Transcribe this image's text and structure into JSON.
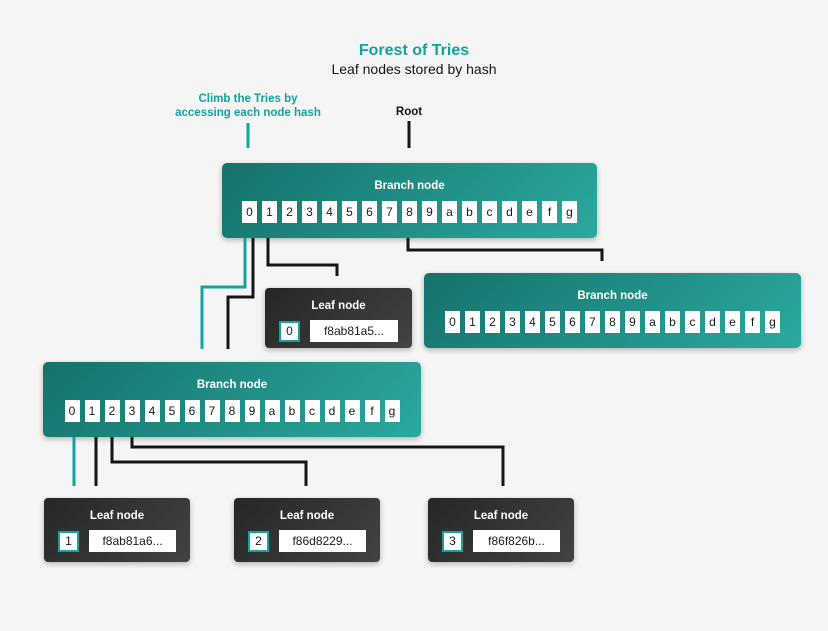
{
  "title": "Forest of Tries",
  "subtitle": "Leaf nodes stored by hash",
  "labels": {
    "climb_line1": "Climb the Tries by",
    "climb_line2": "accessing each node hash",
    "root": "Root"
  },
  "colors": {
    "teal_accent": "#12a49d",
    "background": "#f5f5f5",
    "connector_black": "#151515",
    "branch_gradient_start": "#15726b",
    "branch_gradient_end": "#2ba99e",
    "leaf_gradient_start": "#262626",
    "leaf_gradient_end": "#434343"
  },
  "branch_nodes": [
    {
      "name": "root-branch",
      "label": "Branch node",
      "cells": [
        "0",
        "1",
        "2",
        "3",
        "4",
        "5",
        "6",
        "7",
        "8",
        "9",
        "a",
        "b",
        "c",
        "d",
        "e",
        "f",
        "g"
      ]
    },
    {
      "name": "right-branch",
      "label": "Branch node",
      "cells": [
        "0",
        "1",
        "2",
        "3",
        "4",
        "5",
        "6",
        "7",
        "8",
        "9",
        "a",
        "b",
        "c",
        "d",
        "e",
        "f",
        "g"
      ]
    },
    {
      "name": "lower-left-branch",
      "label": "Branch node",
      "cells": [
        "0",
        "1",
        "2",
        "3",
        "4",
        "5",
        "6",
        "7",
        "8",
        "9",
        "a",
        "b",
        "c",
        "d",
        "e",
        "f",
        "g"
      ]
    }
  ],
  "leaf_nodes": [
    {
      "name": "leaf-0",
      "label": "Leaf node",
      "index": "0",
      "hash": "f8ab81a5..."
    },
    {
      "name": "leaf-1",
      "label": "Leaf node",
      "index": "1",
      "hash": "f8ab81a6..."
    },
    {
      "name": "leaf-2",
      "label": "Leaf node",
      "index": "2",
      "hash": "f86d8229..."
    },
    {
      "name": "leaf-3",
      "label": "Leaf node",
      "index": "3",
      "hash": "f86f826b..."
    }
  ]
}
